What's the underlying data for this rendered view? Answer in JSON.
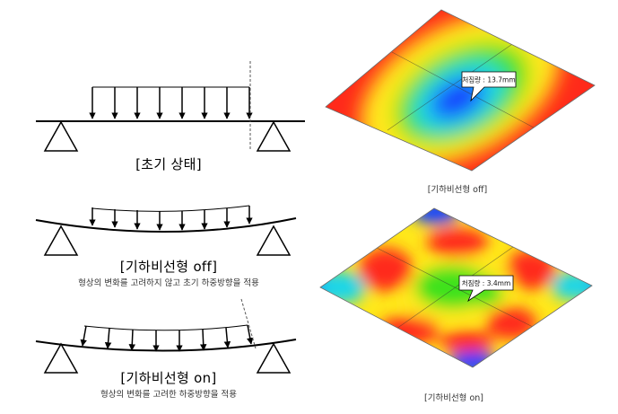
{
  "left_panel": {
    "initial": {
      "title": "[초기 상태]"
    },
    "nonlinear_off": {
      "title": "[기하비선형 off]",
      "caption": "형상의 변화를 고려하지 않고 초기 하중방향을 적용"
    },
    "nonlinear_on": {
      "title": "[기하비선형 on]",
      "caption": "형상의 변화를 고려한 하중방향을 적용"
    }
  },
  "right_panel": {
    "contour_off": {
      "label": "[기하비선형 off]",
      "callout": "처짐량 : 13.7mm"
    },
    "contour_on": {
      "label": "[기하비선형 on]",
      "callout": "처짐량 : 3.4mm"
    }
  },
  "colors": {
    "line": "#000000",
    "contour_red": "#ff2a1a",
    "contour_yellow": "#ffe81a",
    "contour_green": "#3fe21f",
    "contour_cyan": "#1ad6e8",
    "contour_blue": "#1443ff"
  }
}
